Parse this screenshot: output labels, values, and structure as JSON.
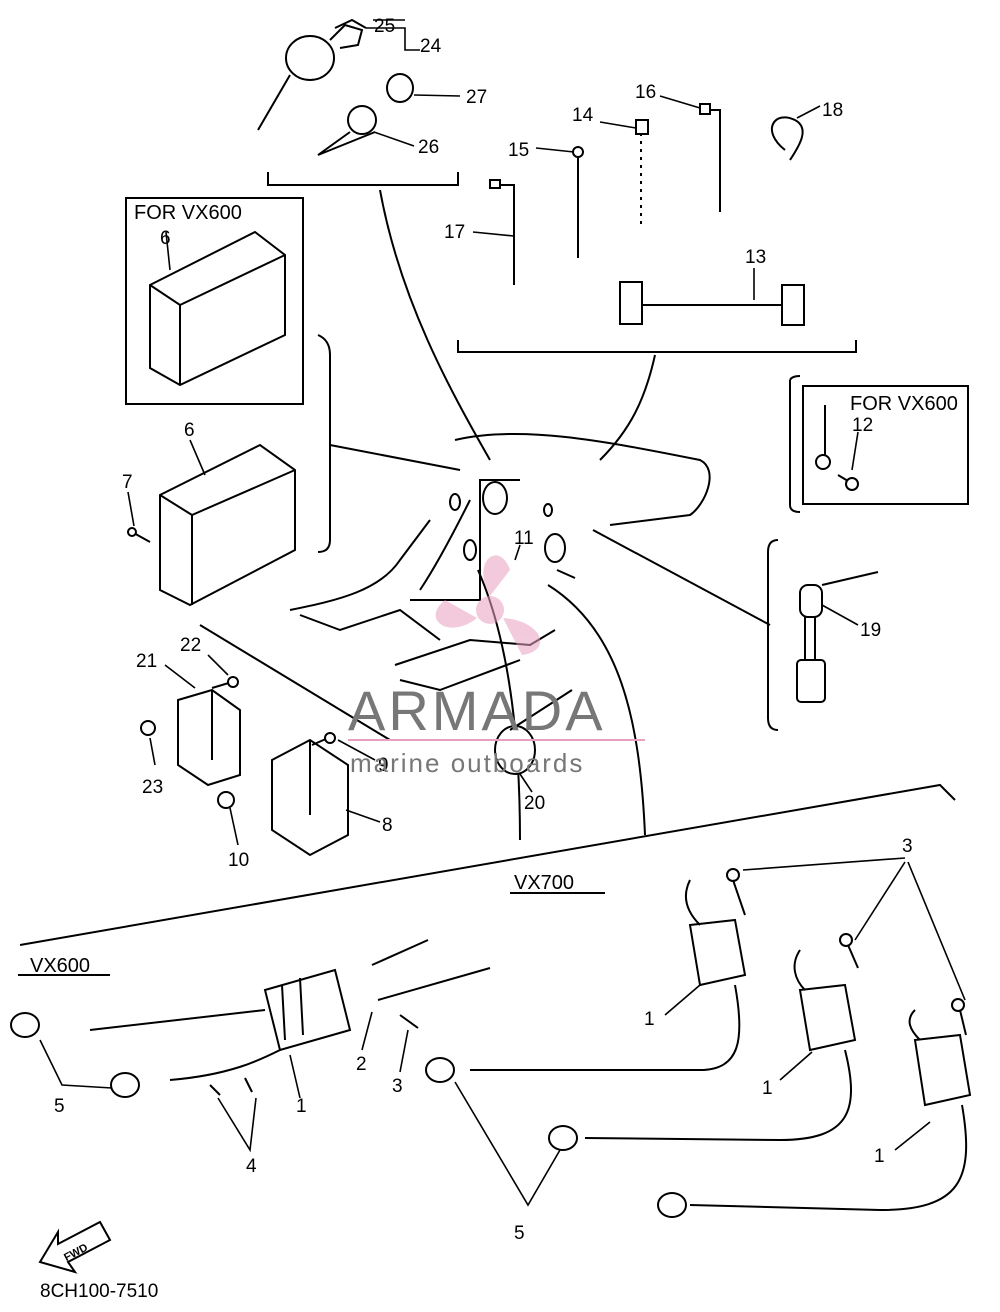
{
  "callouts": {
    "c1a": "1",
    "c1b": "1",
    "c1c": "1",
    "c1d": "1",
    "c2": "2",
    "c3a": "3",
    "c3b": "3",
    "c4": "4",
    "c5a": "5",
    "c5b": "5",
    "c6a": "6",
    "c6b": "6",
    "c7": "7",
    "c8": "8",
    "c9": "9",
    "c10": "10",
    "c11": "11",
    "c12": "12",
    "c13": "13",
    "c14": "14",
    "c15": "15",
    "c16": "16",
    "c17": "17",
    "c18": "18",
    "c19": "19",
    "c20": "20",
    "c21": "21",
    "c22": "22",
    "c23": "23",
    "c24": "24",
    "c25": "25",
    "c26": "26",
    "c27": "27"
  },
  "sections": {
    "vx600_box_a": "FOR VX600",
    "vx600_box_b": "FOR VX600",
    "vx700": "VX700",
    "vx600": "VX600"
  },
  "fwd": "FWD",
  "diagram_code": "8CH100-7510",
  "watermark": {
    "brand": "ARMADA",
    "tagline": "marine outboards",
    "color": "#e8a0c0"
  }
}
